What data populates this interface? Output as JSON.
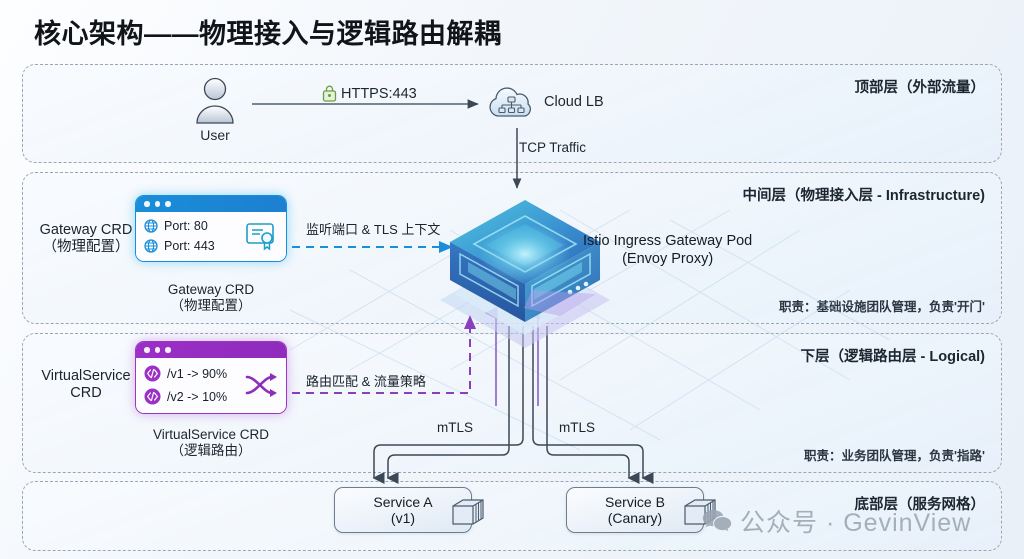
{
  "title": "核心架构——物理接入与逻辑路由解耦",
  "layers": [
    {
      "id": "top",
      "title": "顶部层（外部流量）",
      "note": ""
    },
    {
      "id": "mid",
      "title": "中间层（物理接入层 - Infrastructure)",
      "note": "职责：基础设施团队管理，负责'开门'"
    },
    {
      "id": "logic",
      "title": "下层（逻辑路由层 - Logical)",
      "note": "职责：业务团队管理，负责'指路'"
    },
    {
      "id": "bottom",
      "title": "底部层（服务网格）",
      "note": ""
    }
  ],
  "top_layer": {
    "user_label": "User",
    "user_icon": "user-icon",
    "lock_icon": "lock-icon",
    "https_label": "HTTPS:443",
    "cloud_icon": "cloud-lb-icon",
    "cloud_label": "Cloud LB",
    "tcp_label": "TCP Traffic"
  },
  "gateway": {
    "side_label_line1": "Gateway CRD",
    "side_label_line2": "（物理配置）",
    "caption_line1": "Gateway CRD",
    "caption_line2": "（物理配置）",
    "rows": [
      {
        "icon": "globe-icon",
        "text": "Port: 80"
      },
      {
        "icon": "globe-icon",
        "text": "Port: 443"
      }
    ],
    "badge_icon": "certificate-icon",
    "flow_label": "监听端口 & TLS 上下文",
    "accent": "#1a8ed8"
  },
  "virtualservice": {
    "side_label_line1": "VirtualService",
    "side_label_line2": "CRD",
    "caption_line1": "VirtualService CRD",
    "caption_line2": "（逻辑路由）",
    "rows": [
      {
        "icon": "code-icon",
        "text": "/v1 -> 90%"
      },
      {
        "icon": "code-icon",
        "text": "/v2 -> 10%"
      }
    ],
    "badge_icon": "shuffle-icon",
    "flow_label": "路由匹配 & 流量策略",
    "accent": "#9b2fc6"
  },
  "istio": {
    "icon": "istio-gateway-cube-icon",
    "label_line1": "Istio Ingress Gateway Pod",
    "label_line2": "(Envoy Proxy)"
  },
  "services": [
    {
      "icon": "container-icon",
      "line1": "Service A",
      "line2": "(v1)",
      "mtls": "mTLS"
    },
    {
      "icon": "container-icon",
      "line1": "Service B",
      "line2": "(Canary)",
      "mtls": "mTLS"
    }
  ],
  "watermark": {
    "icon": "wechat-icon",
    "text": "公众号 · GevinView"
  },
  "colors": {
    "title": "#111418",
    "panel_border": "#9aa6b4",
    "gateway_accent": "#1a8ed8",
    "virtualservice_accent": "#9b2fc6",
    "cube_cyan": "#5fd8e8",
    "cube_blue": "#2a5fb0",
    "arrow": "#3c4856",
    "watermark": "#9aa6b2"
  }
}
